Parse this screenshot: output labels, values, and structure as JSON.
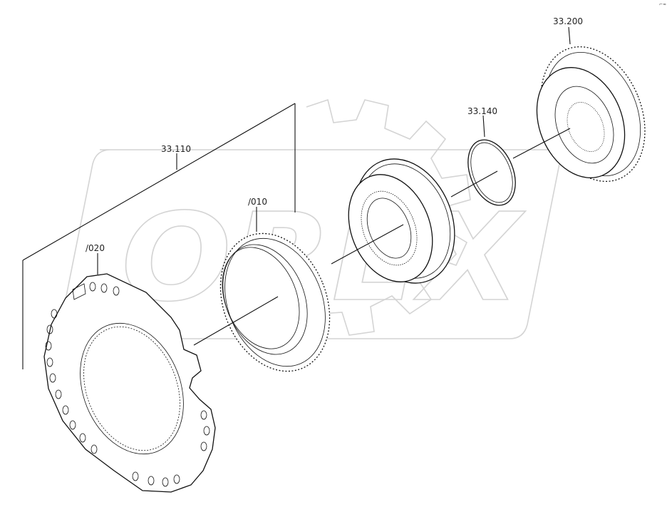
{
  "diagram": {
    "labels": {
      "part_33_200": "33.200",
      "part_33_140": "33.140",
      "part_33_110": "33.110",
      "part_010": "/010",
      "part_020": "/020"
    },
    "watermark_text": "OREX"
  }
}
